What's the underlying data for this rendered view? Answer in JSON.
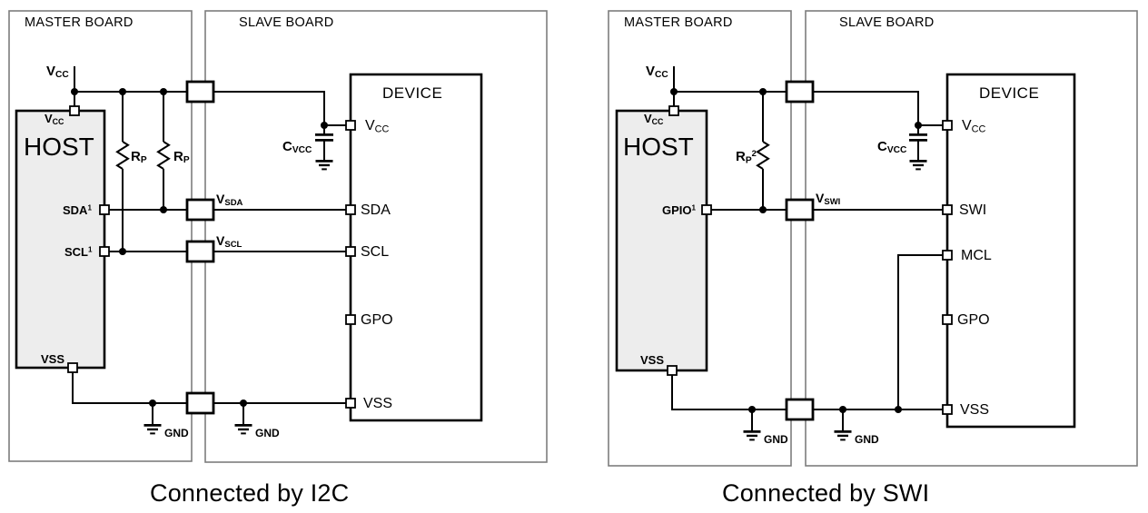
{
  "colors": {
    "line": "#000000",
    "board_border": "#7d7d7d",
    "host_fill": "#ededed",
    "background": "#ffffff"
  },
  "diagrams": [
    {
      "caption": "Connected by I2C",
      "master_board_label": "MASTER BOARD",
      "slave_board_label": "SLAVE BOARD",
      "host_title": "HOST",
      "device_title": "DEVICE",
      "vcc_rail_label": {
        "main": "V",
        "sub": "CC"
      },
      "host_pins": {
        "vcc": {
          "main": "V",
          "sub": "CC"
        },
        "sda": {
          "main": "SDA",
          "sup": "1"
        },
        "scl": {
          "main": "SCL",
          "sup": "1"
        },
        "vss": "VSS"
      },
      "pullup_resistors": [
        {
          "main": "R",
          "sub": "P"
        },
        {
          "main": "R",
          "sub": "P"
        }
      ],
      "net_labels": {
        "sda": {
          "main": "V",
          "sub": "SDA"
        },
        "scl": {
          "main": "V",
          "sub": "SCL"
        }
      },
      "bypass_capacitor": {
        "main": "C",
        "sub": "VCC"
      },
      "device_pins": {
        "vcc": {
          "main": "V",
          "sub": "CC"
        },
        "sda": "SDA",
        "scl": "SCL",
        "gpo": "GPO",
        "vss": "VSS"
      },
      "gnd_labels": [
        "GND",
        "GND"
      ]
    },
    {
      "caption": "Connected by SWI",
      "master_board_label": "MASTER BOARD",
      "slave_board_label": "SLAVE BOARD",
      "host_title": "HOST",
      "device_title": "DEVICE",
      "vcc_rail_label": {
        "main": "V",
        "sub": "CC"
      },
      "host_pins": {
        "vcc": {
          "main": "V",
          "sub": "CC"
        },
        "gpio": {
          "main": "GPIO",
          "sup": "1"
        },
        "vss": "VSS"
      },
      "pullup_resistors": [
        {
          "main": "R",
          "sub": "P",
          "sup": "2"
        }
      ],
      "net_labels": {
        "swi": {
          "main": "V",
          "sub": "SWI"
        }
      },
      "bypass_capacitor": {
        "main": "C",
        "sub": "VCC"
      },
      "device_pins": {
        "vcc": {
          "main": "V",
          "sub": "CC"
        },
        "swi": "SWI",
        "mcl": "MCL",
        "gpo": "GPO",
        "vss": "VSS"
      },
      "gnd_labels": [
        "GND",
        "GND"
      ]
    }
  ]
}
